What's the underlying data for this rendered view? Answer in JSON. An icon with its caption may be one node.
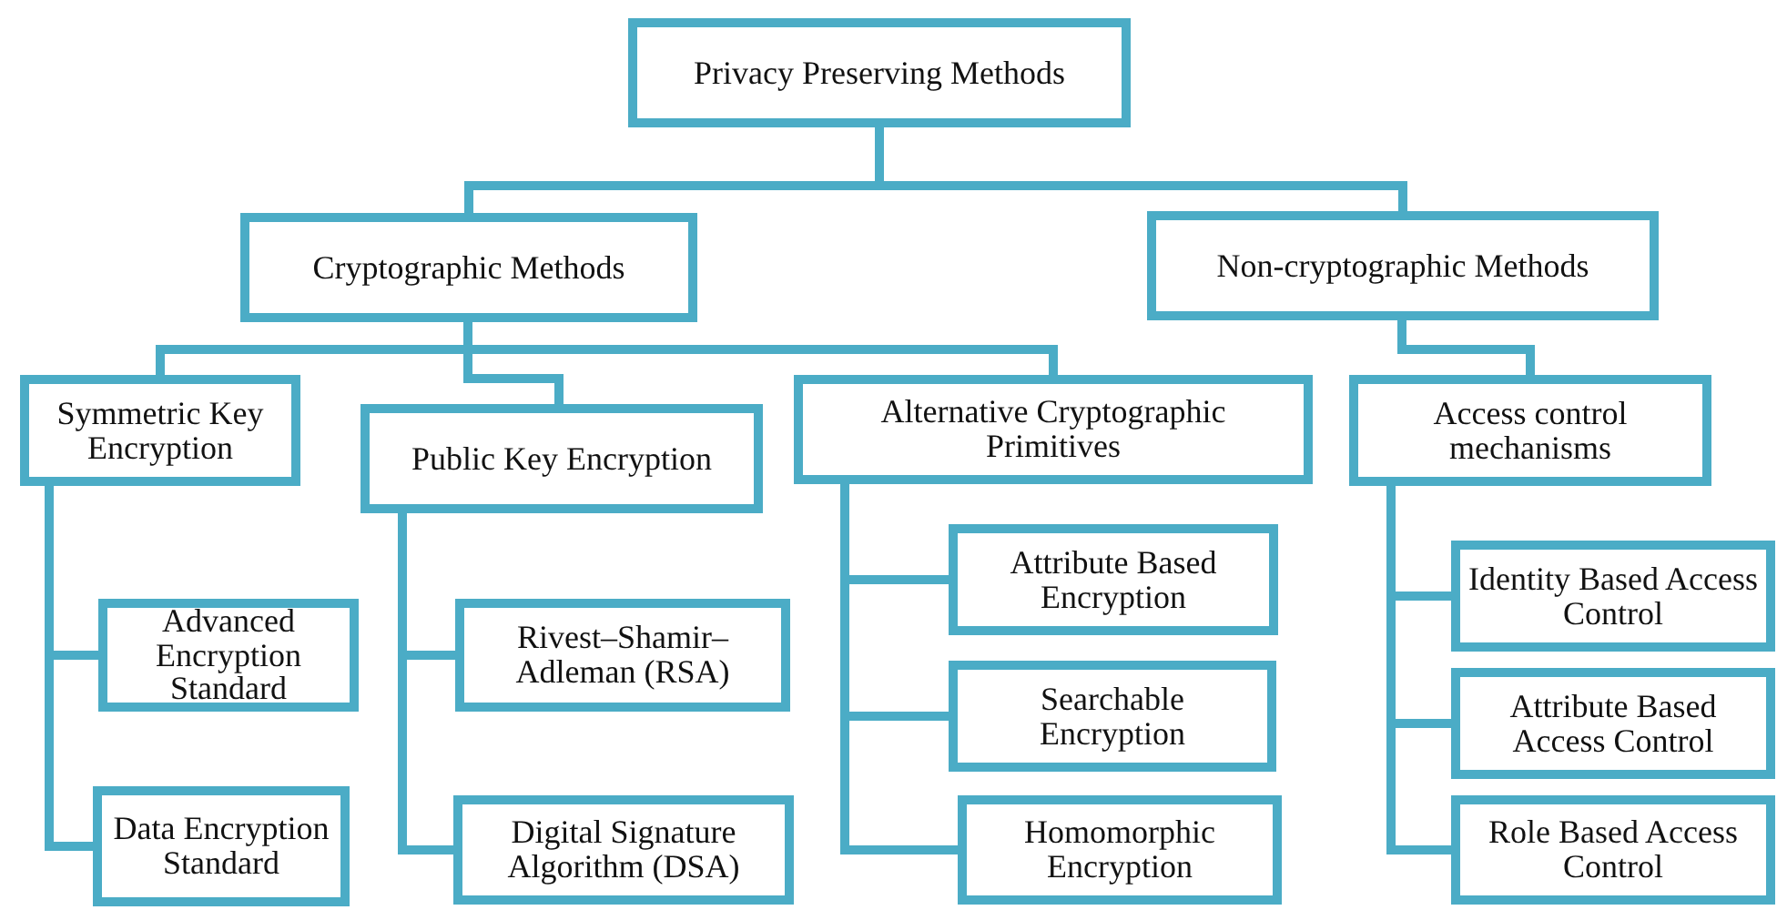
{
  "diagram": {
    "nodes": [
      {
        "text": [
          "Privacy Preserving Methods"
        ]
      },
      {
        "text": [
          "Cryptographic Methods"
        ]
      },
      {
        "text": [
          "Non-cryptographic Methods"
        ]
      },
      {
        "text": [
          "Symmetric Key Encryption"
        ]
      },
      {
        "text": [
          "Public Key Encryption"
        ]
      },
      {
        "text": [
          "Alternative Cryptographic Primitives"
        ]
      },
      {
        "text": [
          "Access control mechanisms"
        ]
      },
      {
        "text": [
          "Advanced Encryption Standard"
        ]
      },
      {
        "text": [
          "Data Encryption Standard"
        ]
      },
      {
        "text": [
          "Rivest–Shamir–Adleman (RSA)"
        ]
      },
      {
        "text": [
          "Digital Signature Algorithm (DSA)"
        ]
      },
      {
        "text": [
          "Attribute Based Encryption"
        ]
      },
      {
        "text": [
          "Searchable Encryption"
        ]
      },
      {
        "text": [
          "Homomorphic Encryption"
        ]
      },
      {
        "text": [
          "Identity Based Access Control"
        ]
      },
      {
        "text": [
          "Attribute Based Access Control"
        ]
      },
      {
        "text": [
          "Role Based Access Control"
        ]
      }
    ],
    "edges": [
      {
        "from": 0,
        "to": 1,
        "arrow": "none"
      },
      {
        "from": 0,
        "to": 2,
        "arrow": "none"
      },
      {
        "from": 1,
        "to": 3,
        "arrow": "none"
      },
      {
        "from": 1,
        "to": 4,
        "arrow": "none"
      },
      {
        "from": 1,
        "to": 5,
        "arrow": "none"
      },
      {
        "from": 2,
        "to": 6,
        "arrow": "none"
      },
      {
        "from": 3,
        "to": 7,
        "arrow": "none"
      },
      {
        "from": 3,
        "to": 8,
        "arrow": "none"
      },
      {
        "from": 4,
        "to": 9,
        "arrow": "none"
      },
      {
        "from": 4,
        "to": 10,
        "arrow": "none"
      },
      {
        "from": 5,
        "to": 11,
        "arrow": "none"
      },
      {
        "from": 5,
        "to": 12,
        "arrow": "none"
      },
      {
        "from": 5,
        "to": 13,
        "arrow": "none"
      },
      {
        "from": 6,
        "to": 14,
        "arrow": "none"
      },
      {
        "from": 6,
        "to": 15,
        "arrow": "none"
      },
      {
        "from": 6,
        "to": 16,
        "arrow": "none"
      }
    ]
  }
}
